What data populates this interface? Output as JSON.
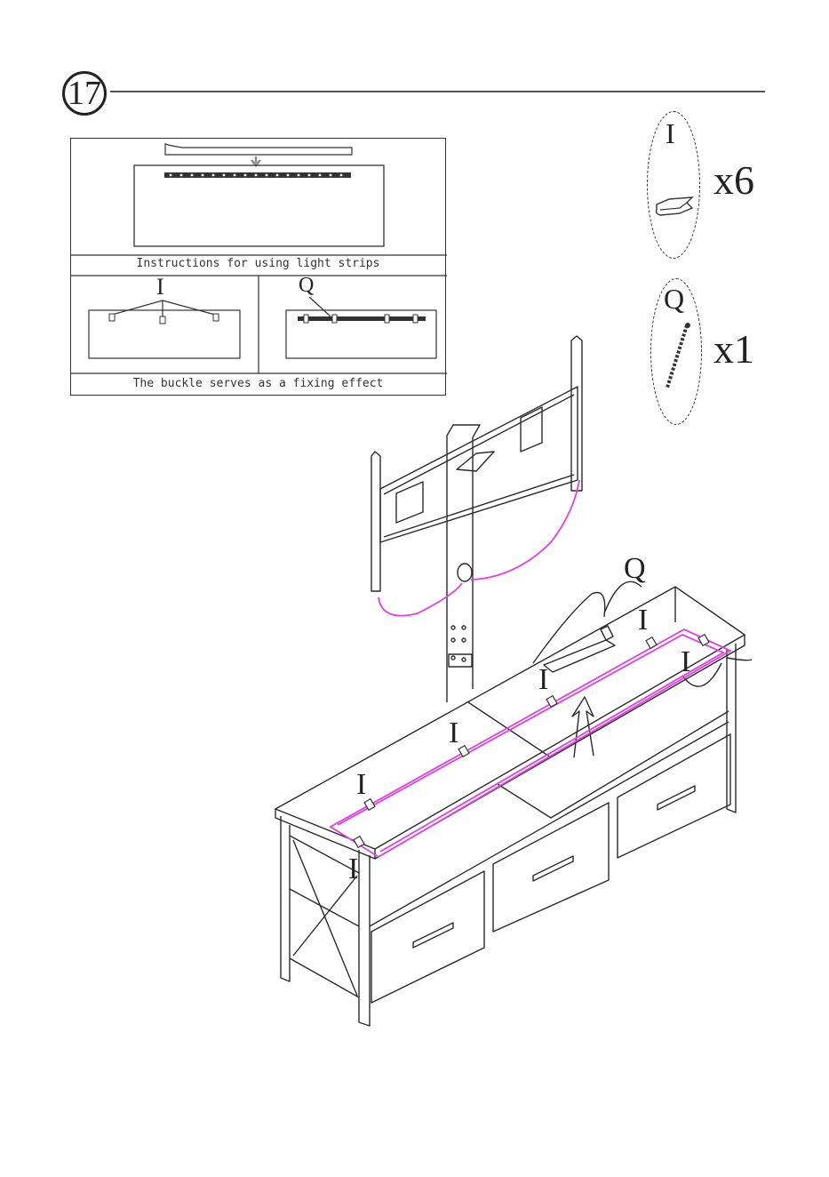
{
  "step": {
    "number": "17"
  },
  "instructions": {
    "caption_top": "Instructions for using light strips",
    "caption_bottom": "The buckle serves as a fixing effect",
    "label_i": "I",
    "label_q": "Q"
  },
  "parts": [
    {
      "label": "I",
      "qty": "x6",
      "icon": "cable-clip-icon"
    },
    {
      "label": "Q",
      "qty": "x1",
      "icon": "led-light-strip-icon"
    }
  ],
  "diagram": {
    "callouts": [
      "Q",
      "I",
      "I",
      "I",
      "I",
      "I",
      "I"
    ]
  },
  "colors": {
    "line": "#222222",
    "led_strip": "#e040e0"
  }
}
